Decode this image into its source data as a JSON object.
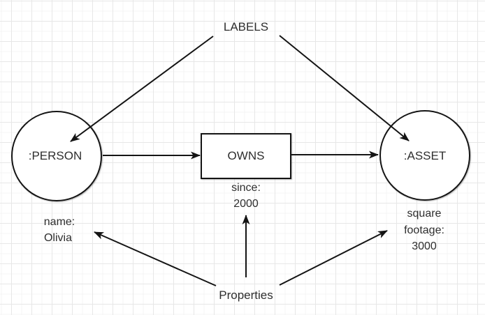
{
  "colors": {
    "line": "#141414",
    "text": "#2e2e2e",
    "node_fill": "#ffffff",
    "background": "#ffffff",
    "grid_major": "#e7e7e7",
    "grid_minor": "#f4f4f4"
  },
  "diagram": {
    "labels_annotation": "LABELS",
    "properties_annotation": "Properties",
    "person_node_label": ":PERSON",
    "asset_node_label": ":ASSET",
    "owns_relationship_label": "OWNS",
    "since_property": {
      "line1": "since:",
      "line2": "2000"
    },
    "name_property": {
      "line1": "name:",
      "line2": "Olivia"
    },
    "footage_property": {
      "line1": "square",
      "line2": "footage:",
      "line3": "3000"
    }
  }
}
